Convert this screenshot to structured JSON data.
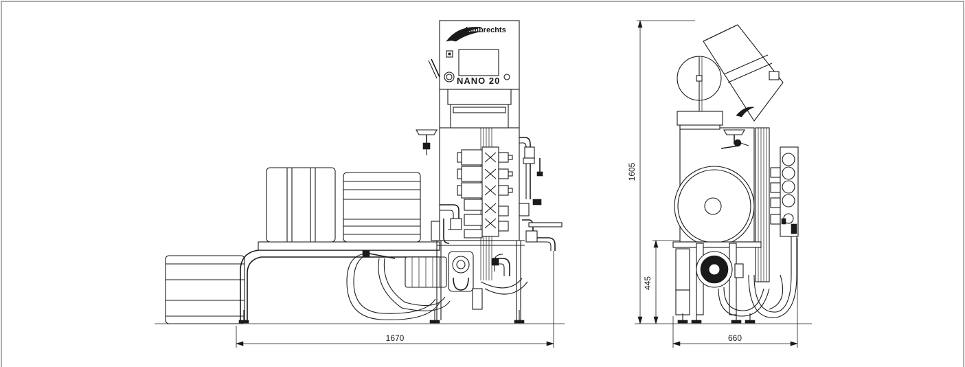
{
  "drawing": {
    "brand_label": "lambrechts",
    "model_label": "NANO 20",
    "front_view": {
      "width_dimension": "1670"
    },
    "side_view": {
      "width_dimension": "660",
      "total_height_dimension": "1605",
      "base_height_dimension": "445"
    },
    "line_color": "#1a1a1a",
    "background_color": "#ffffff"
  }
}
